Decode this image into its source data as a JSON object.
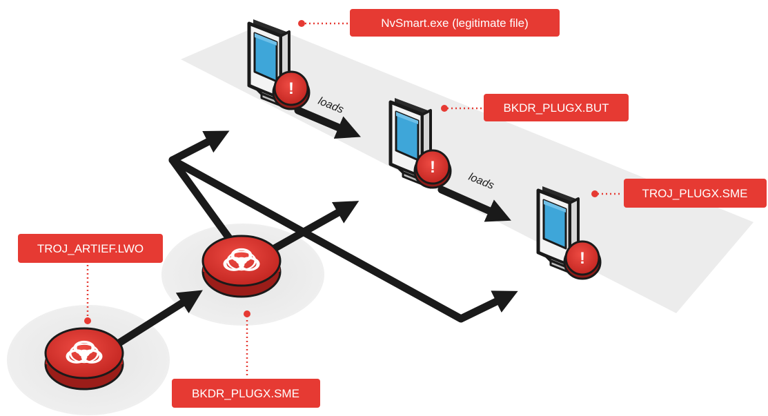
{
  "labels": {
    "nvsmart": "NvSmart.exe (legitimate file)",
    "bkdr_but": "BKDR_PLUGX.BUT",
    "troj_sme": "TROJ_PLUGX.SME",
    "troj_artief": "TROJ_ARTIEF.LWO",
    "bkdr_sme": "BKDR_PLUGX.SME"
  },
  "edges": {
    "loads_1": "loads",
    "loads_2": "loads"
  },
  "icons": {
    "computer": "computer-monitor-icon",
    "alert": "exclamation-alert-icon",
    "biohazard": "biohazard-icon"
  },
  "colors": {
    "label_bg": "#e63a33",
    "badge_red": "#d9322e",
    "arrow": "#1a1a1a",
    "screen_blue": "#3ea6d9",
    "platform": "#ececec"
  }
}
